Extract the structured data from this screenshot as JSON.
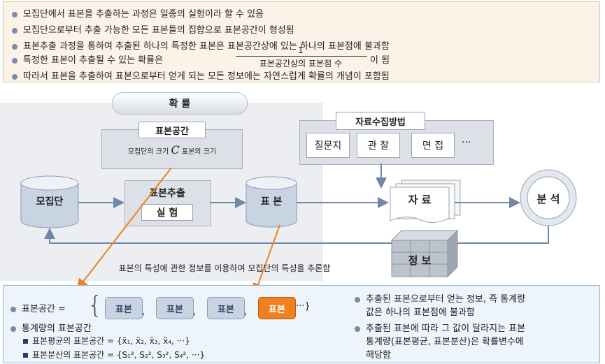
{
  "colors": {
    "accent_orange": "#f0801e",
    "arrow_blue": "#6f88a8",
    "panel_bg": "#fbf3e7",
    "bottom_bg": "#eef4fb"
  },
  "top_bullets": [
    "모집단에서 표본을 추출하는 과정은 일종의 실험이라 할 수 있음",
    "모집단으로부터 추출 가능한 모든 표본들의 집합으로 표본공간이 형성됨",
    "표본추출 과정을 통하여 추출된 하나의 특정한 표본은 표본공간상에 있는 하나의 표본점에 불과함",
    "특정한 표본이 추출될 수 있는 확률은",
    "따라서 표본을 추출하여 표본으로부터 얻게 되는 모든 정보에는 자연스럽게 확률의 개념이 포함됨"
  ],
  "fraction": {
    "numerator": "1",
    "denominator": "표본공간상의 표본점 수",
    "suffix": "이 됨"
  },
  "diagram": {
    "probability_tab": "확 률",
    "sample_space_title": "표본공간",
    "sample_space_formula_left": "모집단의 크기",
    "sample_space_formula_C": "C",
    "sample_space_formula_right": "표본의 크기",
    "population": "모집단",
    "sampling_title": "표본추출",
    "experiment": "실 험",
    "sample": "표 본",
    "data_collection_title": "자료수집방법",
    "methods": [
      "질문지",
      "관 찰",
      "면 접",
      "···"
    ],
    "data": "자 료",
    "analysis": "분 석",
    "information": "정 보",
    "inference_caption": "표본의 특성에 관한 정보를 이용하여 모집단의 특성을 추론함"
  },
  "bottom": {
    "sample_space_label": "표본공간 =",
    "sample_items": [
      "표본",
      "표본",
      "표본",
      "표본"
    ],
    "sample_tail": "···}",
    "stat_space_label": "통계량의 표본공간",
    "mean_line": "표본평균의 표본공간 = {x̄₁, x̄₂, x̄₃, x̄₄, ···}",
    "var_line": "표본분산의 표본공간 = {S₁², S₂², S₃², S₄², ···}",
    "right_1a": "추출된 표본으로부터 얻는 정보, 즉 통계량",
    "right_1b": "값은 하나의 표본점에 불과함",
    "right_2a": "추출된 표본에 따라 그 값이 달라지는 표본",
    "right_2b": "통계량(표본평균, 표본분산)은 확률변수에",
    "right_2c": "해당함"
  }
}
